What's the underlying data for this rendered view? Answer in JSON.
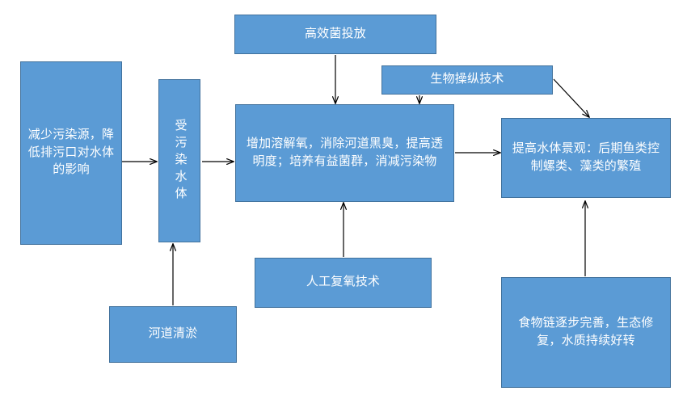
{
  "diagram": {
    "type": "flowchart",
    "title": "",
    "palette": {
      "node_fill": "#5B9BD5",
      "node_border": "#41719C",
      "node_text": "#FFFFFF",
      "edge_stroke": "#000000",
      "background": "#FFFFFF"
    },
    "nodes": [
      {
        "id": "reduce-pollution-source",
        "label": "减少污染源，降低排污口对水体的影响",
        "orientation": "horizontal"
      },
      {
        "id": "polluted-water-body",
        "label": "受污染水体",
        "orientation": "vertical"
      },
      {
        "id": "high-efficiency-bacteria",
        "label": "高效菌投放",
        "orientation": "horizontal"
      },
      {
        "id": "biomanipulation-technology",
        "label": "生物操纵技术",
        "orientation": "horizontal"
      },
      {
        "id": "increase-dissolved-oxygen",
        "label": "增加溶解氧，消除河道黑臭，提高透明度；培养有益菌群，消减污染物",
        "orientation": "horizontal"
      },
      {
        "id": "improve-water-landscape",
        "label": "提高水体景观：后期鱼类控制螺类、藻类的繁殖",
        "orientation": "horizontal"
      },
      {
        "id": "river-dredging",
        "label": "河道清淤",
        "orientation": "horizontal"
      },
      {
        "id": "artificial-reoxygenation",
        "label": "人工复氧技术",
        "orientation": "horizontal"
      },
      {
        "id": "food-chain-improvement",
        "label": "食物链逐步完善，生态修复，水质持续好转",
        "orientation": "horizontal"
      }
    ],
    "edges": [
      {
        "from": "reduce-pollution-source",
        "to": "polluted-water-body",
        "direction": "right"
      },
      {
        "from": "river-dredging",
        "to": "polluted-water-body",
        "direction": "up"
      },
      {
        "from": "polluted-water-body",
        "to": "increase-dissolved-oxygen",
        "direction": "right"
      },
      {
        "from": "high-efficiency-bacteria",
        "to": "increase-dissolved-oxygen",
        "direction": "down"
      },
      {
        "from": "biomanipulation-technology",
        "to": "increase-dissolved-oxygen",
        "direction": "down"
      },
      {
        "from": "artificial-reoxygenation",
        "to": "increase-dissolved-oxygen",
        "direction": "up"
      },
      {
        "from": "increase-dissolved-oxygen",
        "to": "improve-water-landscape",
        "direction": "right"
      },
      {
        "from": "biomanipulation-technology",
        "to": "improve-water-landscape",
        "direction": "diagonal-down-right"
      },
      {
        "from": "food-chain-improvement",
        "to": "improve-water-landscape",
        "direction": "up"
      }
    ]
  }
}
